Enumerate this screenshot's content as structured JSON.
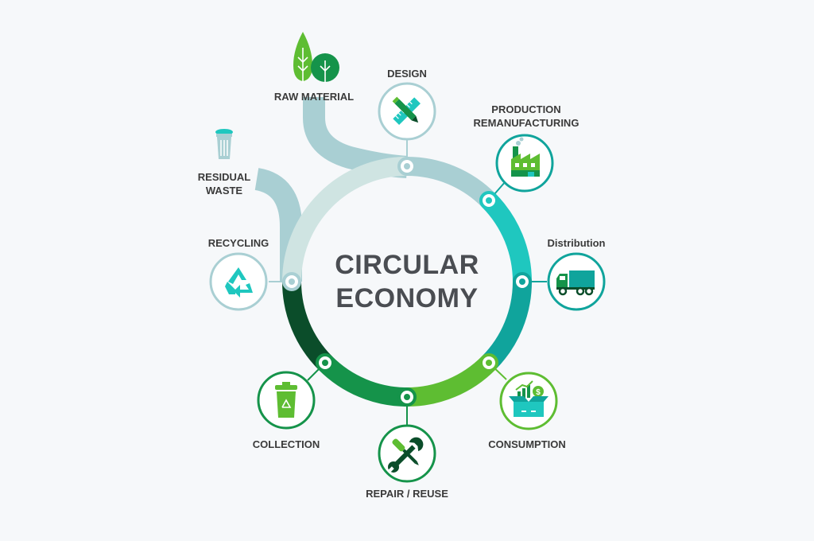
{
  "title": {
    "line1": "CIRCULAR",
    "line2": "ECONOMY"
  },
  "labels": {
    "raw_material": "RAW MATERIAL",
    "design": "DESIGN",
    "production_line1": "PRODUCTION",
    "production_line2": "REMANUFACTURING",
    "distribution": "Distribution",
    "consumption": "CONSUMPTION",
    "repair_reuse": "REPAIR / REUSE",
    "collection": "COLLECTION",
    "recycling": "RECYCLING",
    "residual_line1": "RESIDUAL",
    "residual_line2": "WASTE"
  },
  "colors": {
    "background": "#f6f8fa",
    "light_teal": "#a9cfd3",
    "pale_teal": "#cfe4e2",
    "teal": "#1fc7bf",
    "dark_teal": "#10a49c",
    "lime_green": "#5ebd32",
    "green": "#15934a",
    "dark_green": "#0b4d2a"
  },
  "icons": {
    "raw_material": "trees-icon",
    "design": "pencil-ruler-icon",
    "production": "factory-icon",
    "distribution": "truck-icon",
    "consumption": "box-chart-icon",
    "repair_reuse": "wrench-screwdriver-icon",
    "collection": "recycle-bin-icon",
    "recycling": "recycle-icon",
    "residual_waste": "trash-can-icon"
  }
}
